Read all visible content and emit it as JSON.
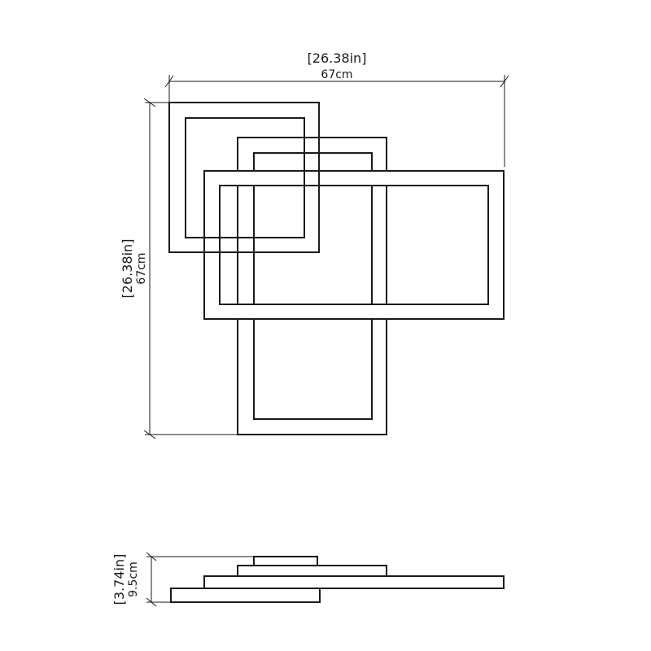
{
  "top_view": {
    "width_dimension": {
      "imperial": "[26.38in]",
      "metric": "67cm"
    },
    "height_dimension": {
      "imperial": "[26.38in]",
      "metric": "67cm"
    }
  },
  "side_view": {
    "depth_dimension": {
      "imperial": "[3.74in]",
      "metric": "9.5cm"
    }
  },
  "colors": {
    "line": "#1a1a1a",
    "background": "#ffffff"
  }
}
